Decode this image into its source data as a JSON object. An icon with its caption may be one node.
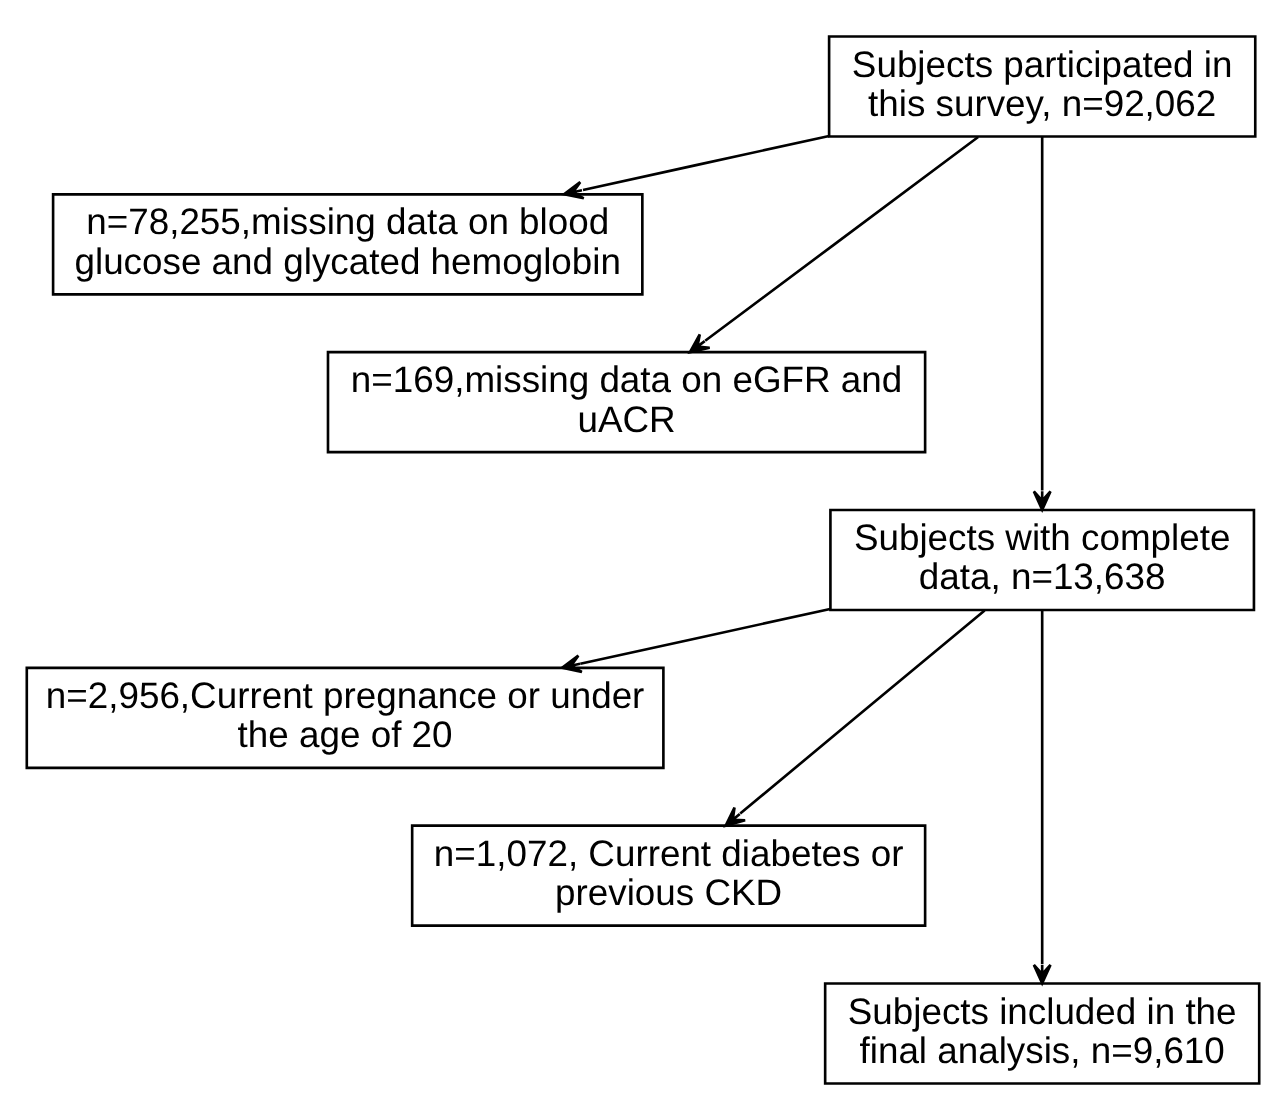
{
  "diagram": {
    "nodes": [
      {
        "text": [
          "Subjects participated in this survey, n=92,062"
        ]
      },
      {
        "text": [
          "n=78,255,missing data on blood glucose and glycated hemoglobin"
        ]
      },
      {
        "text": [
          "n=169,missing data on eGFR and uACR"
        ]
      },
      {
        "text": [
          "Subjects with complete data, n=13,638"
        ]
      },
      {
        "text": [
          "n=2,956,Current pregnance or under the age of 20"
        ]
      },
      {
        "text": [
          "n=1,072, Current diabetes or previous CKD"
        ]
      },
      {
        "text": [
          "Subjects included in the final analysis, n=9,610"
        ]
      }
    ],
    "edges": [
      {
        "from": 0,
        "to": 1,
        "arrow": "to"
      },
      {
        "from": 0,
        "to": 2,
        "arrow": "to"
      },
      {
        "from": 0,
        "to": 3,
        "arrow": "to"
      },
      {
        "from": 3,
        "to": 4,
        "arrow": "to"
      },
      {
        "from": 3,
        "to": 5,
        "arrow": "to"
      },
      {
        "from": 3,
        "to": 6,
        "arrow": "to"
      }
    ]
  }
}
